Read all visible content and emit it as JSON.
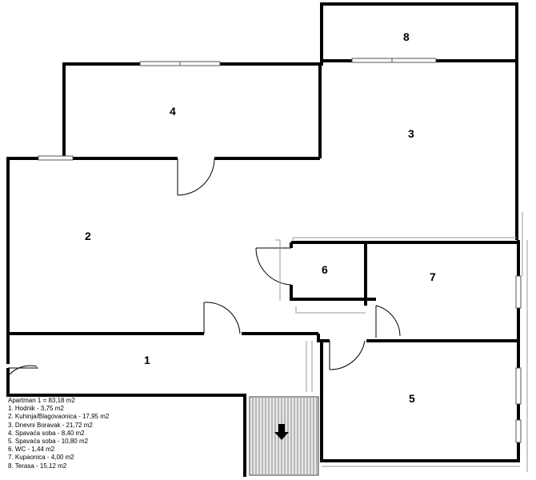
{
  "rooms": [
    {
      "number": "1"
    },
    {
      "number": "2"
    },
    {
      "number": "3"
    },
    {
      "number": "4"
    },
    {
      "number": "5"
    },
    {
      "number": "6"
    },
    {
      "number": "7"
    },
    {
      "number": "8"
    }
  ],
  "legend": {
    "title": "Apartman 1 = 83,18 m2",
    "items": [
      "1. Hodnik - 3,75 m2",
      "2. Kuhinja/Blagovaonica - 17,95 m2",
      "3. Dnevni Boravak - 21,72 m2",
      "4. Spavaća soba - 8,40 m2",
      "5. Spavaća soba - 10,80 m2",
      "6. WC - 1,44 m2",
      "7. Kupaonica - 4,00 m2",
      "8. Terasa - 15,12 m2"
    ]
  },
  "stairs": {
    "arrow_icon": "arrow-down-icon"
  }
}
